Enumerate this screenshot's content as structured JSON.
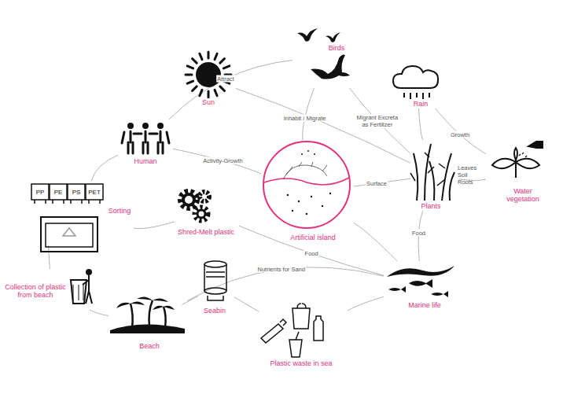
{
  "diagram": {
    "nodes": [
      {
        "text": [
          "Birds"
        ]
      },
      {
        "text": [
          "Sun"
        ]
      },
      {
        "text": [
          "Rain"
        ]
      },
      {
        "text": [
          "Human"
        ]
      },
      {
        "text": [
          "Artificial island"
        ]
      },
      {
        "text": [
          "Plants"
        ]
      },
      {
        "text": [
          "Water vegetation"
        ]
      },
      {
        "text": [
          "Sorting"
        ]
      },
      {
        "text": [
          "Shred-Melt plastic"
        ]
      },
      {
        "text": [
          "Collection of plastic from beach"
        ]
      },
      {
        "text": [
          "Seabin"
        ]
      },
      {
        "text": [
          "Marine life"
        ]
      },
      {
        "text": [
          "Beach"
        ]
      },
      {
        "text": [
          "Plastic waste in sea"
        ]
      }
    ],
    "edges": [
      {
        "from": 3,
        "to": 0,
        "label": "Attract",
        "arrow": "none"
      },
      {
        "from": 0,
        "to": 4,
        "label": "Inhabit / Migrate",
        "arrow": "none"
      },
      {
        "from": 0,
        "to": 5,
        "label": "Migrant Excreta as Fertilizer",
        "arrow": "none"
      },
      {
        "from": 1,
        "to": 5,
        "arrow": "none"
      },
      {
        "from": 2,
        "to": 5,
        "arrow": "none"
      },
      {
        "from": 2,
        "to": 6,
        "label": "Growth",
        "arrow": "none"
      },
      {
        "from": 3,
        "to": 4,
        "label": "Activity-Growth",
        "arrow": "none"
      },
      {
        "from": 4,
        "to": 5,
        "label": "Surface",
        "arrow": "none"
      },
      {
        "from": 5,
        "to": 6,
        "arrow": "none"
      },
      {
        "from": 5,
        "to": 11,
        "label": "Food",
        "arrow": "none"
      },
      {
        "from": 4,
        "to": 11,
        "arrow": "none"
      },
      {
        "from": 3,
        "to": 7,
        "arrow": "none"
      },
      {
        "from": 7,
        "to": 8,
        "arrow": "none"
      },
      {
        "from": 8,
        "to": 11,
        "label": "Food",
        "arrow": "none"
      },
      {
        "from": 7,
        "to": 9,
        "arrow": "none"
      },
      {
        "from": 9,
        "to": 12,
        "arrow": "none"
      },
      {
        "from": 12,
        "to": 10,
        "arrow": "none"
      },
      {
        "from": 10,
        "to": 13,
        "arrow": "none"
      },
      {
        "from": 13,
        "to": 11,
        "arrow": "none"
      },
      {
        "from": 12,
        "to": 11,
        "label": "Nutrients for Sand",
        "arrow": "none"
      }
    ],
    "labels": [
      "PP",
      "PE",
      "PS",
      "PET",
      "Leaves Soil Roots"
    ]
  }
}
